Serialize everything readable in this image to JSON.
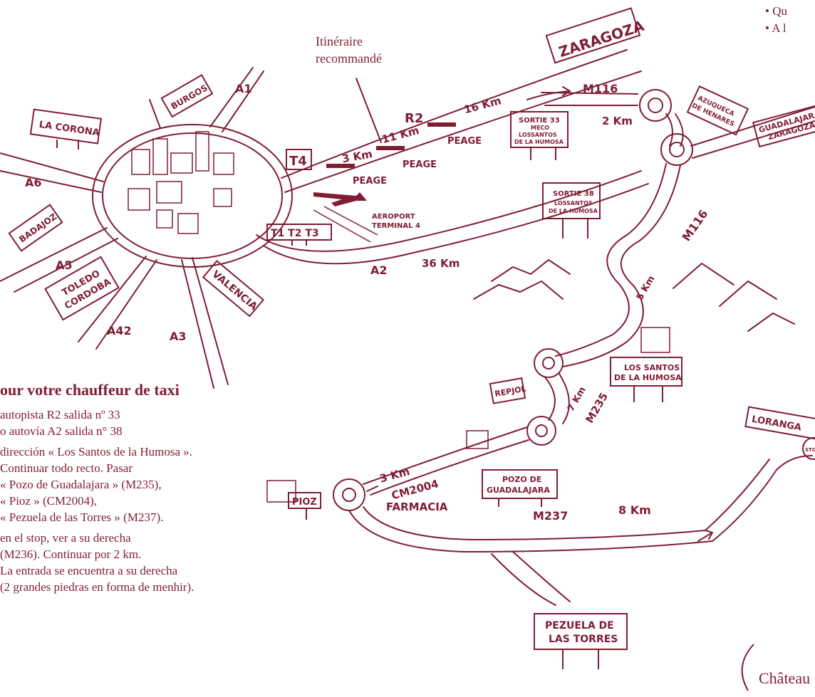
{
  "colors": {
    "ink": "#7f1d33",
    "background": "#ffffff"
  },
  "corner_notes": [
    "• Qu",
    "• A l"
  ],
  "route_note": {
    "line1": "Itinéraire",
    "line2": "recommandé"
  },
  "signs": {
    "zaragoza": "ZARAGOZA",
    "burgos": "BURGOS",
    "la_corona": "LA CORONA",
    "badajoz": "BADAJOZ",
    "toledo_1": "TOLEDO",
    "toledo_2": "CORDOBA",
    "valencia": "VALENCIA",
    "azuqueca_1": "AZUQUECA",
    "azuqueca_2": "DE HENARES",
    "guadalajara_1": "GUADALAJARA",
    "guadalajara_2": "ZARAGOZA",
    "t4": "T4",
    "t123": "T1 T2 T3",
    "sortie33_1": "SORTIE 33",
    "sortie33_2": "MECO",
    "sortie33_3": "LOSSANTOS",
    "sortie33_4": "DE LA HUMOSA",
    "sortie38_1": "SORTIE 38",
    "sortie38_2": "LOSSANTOS",
    "sortie38_3": "DE LA HUMOSA",
    "los_santos_1": "LOS SANTOS",
    "los_santos_2": "DE LA HUMOSA",
    "repjol": "REPJOL",
    "pozo_1": "POZO DE",
    "pozo_2": "GUADALAJARA",
    "pioz": "PIOZ",
    "loranga": "LORANGA",
    "pezuela_1": "PEZUELA DE",
    "pezuela_2": "LAS TORRES",
    "stop": "STOP"
  },
  "labels": {
    "a1": "A1",
    "a6": "A6",
    "a5": "A5",
    "a42": "A42",
    "a3": "A3",
    "a2": "A2",
    "r2": "R2",
    "m116_top": "M116",
    "m116_side": "M116",
    "m235": "M235",
    "cm2004": "CM2004",
    "m237": "M237",
    "km16": "16 Km",
    "km11": "11 Km",
    "km3_top": "3 Km",
    "km2": "2 Km",
    "km36": "36 Km",
    "km5": "5 Km",
    "km7": "7 Km",
    "km3_bottom": "3 Km",
    "km8": "8 Km",
    "peage1": "PEAGE",
    "peage2": "PEAGE",
    "peage3": "PEAGE",
    "aeroport_1": "AEROPORT",
    "aeroport_2": "TERMINAL 4",
    "farmacia": "FARMACIA"
  },
  "taxi_box": {
    "title": "our votre chauffeur de taxi",
    "lines": [
      "autopista R2 salida nº 33",
      "o autovía A2 salida n° 38",
      "dirección « Los Santos de la Humosa ».",
      "Continuar todo recto. Pasar",
      "« Pozo de Guadalajara » (M235),",
      "« Pioz » (CM2004),",
      "« Pezuela de las Torres » (M237).",
      "en el stop, ver a su derecha",
      "(M236). Continuar por 2 km.",
      "La entrada se encuentra a su derecha",
      "(2 grandes piedras en forma de menhir)."
    ]
  },
  "logo_text": "Château"
}
